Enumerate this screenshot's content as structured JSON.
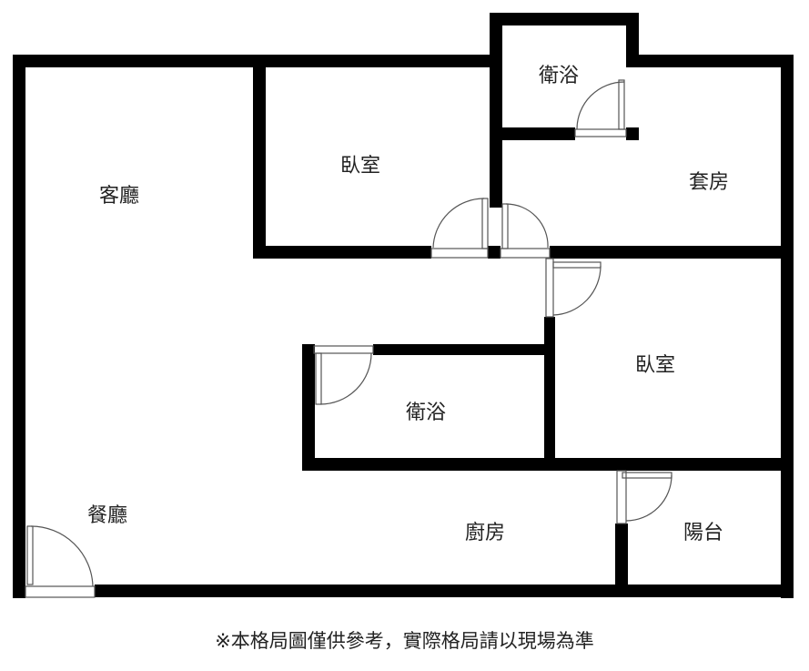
{
  "rooms": {
    "living_room": "客廳",
    "bedroom_1": "臥室",
    "bathroom_1": "衛浴",
    "suite": "套房",
    "bedroom_2": "臥室",
    "bathroom_2": "衛浴",
    "dining_room": "餐廳",
    "kitchen": "廚房",
    "balcony": "陽台"
  },
  "caption": "※本格局圖僅供參考，實際格局請以現場為準"
}
